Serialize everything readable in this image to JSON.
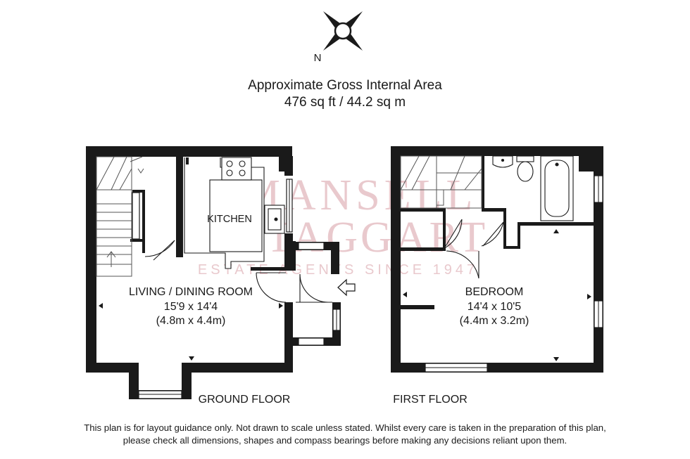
{
  "compass": {
    "north_label": "N",
    "icon": "compass-rose-icon"
  },
  "area": {
    "title": "Approximate Gross Internal Area",
    "value": "476 sq ft / 44.2 sq m"
  },
  "watermark": {
    "line1": "MANSELL",
    "line2": "McTAGGART",
    "tagline": "ESTATE AGENTS SINCE 1947"
  },
  "ground_floor": {
    "label": "GROUND FLOOR",
    "kitchen": {
      "name": "KITCHEN"
    },
    "living": {
      "name": "LIVING / DINING ROOM",
      "imperial": "15'9 x 14'4",
      "metric": "(4.8m x 4.4m)"
    }
  },
  "first_floor": {
    "label": "FIRST FLOOR",
    "bedroom": {
      "name": "BEDROOM",
      "imperial": "14'4 x 10'5",
      "metric": "(4.4m x 3.2m)"
    }
  },
  "disclaimer": {
    "line1": "This plan is for layout guidance only. Not drawn to scale unless stated. Whilst every care is taken in the preparation of this plan,",
    "line2": "please check all dimensions, shapes and compass bearings before making any decisions reliant upon them."
  }
}
